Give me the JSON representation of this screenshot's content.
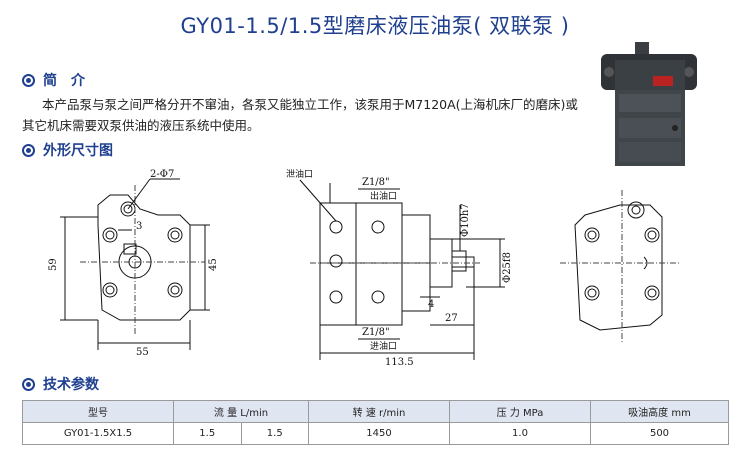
{
  "title": "GY01-1.5/1.5型磨床液压油泵( 双联泵 )",
  "sections": {
    "intro_heading": "简　介",
    "drawing_heading": "外形尺寸图",
    "spec_heading": "技术参数"
  },
  "intro_text": "本产品泵与泵之间严格分开不窜油，各泵又能独立工作，该泵用于M7120A(上海机床厂的磨床)或其它机床需要双泵供油的液压系统中使用。",
  "dimensions": {
    "holes": "2-Φ7",
    "offset": "3",
    "height_left": "59",
    "height_inner": "45",
    "width_left": "55",
    "port_top": "Z1/8\"",
    "port_bottom": "Z1/8\"",
    "drain_port": "泄油口",
    "outlet_top": "出油口",
    "inlet_bottom": "进油口",
    "shaft_dia": "Φ10h7",
    "flange_dia": "Φ25f8",
    "key": "4",
    "shaft_len": "27",
    "total_len": "113.5"
  },
  "spec_table": {
    "headers": [
      "型号",
      "流 量 L/min",
      "转 速 r/min",
      "压 力 MPa",
      "吸油高度 mm"
    ],
    "row": {
      "model": "GY01-1.5X1.5",
      "flow1": "1.5",
      "flow2": "1.5",
      "speed": "1450",
      "pressure": "1.0",
      "suction": "500"
    }
  },
  "colors": {
    "accent": "#1f3f8f",
    "header_bg": "#dfe6f2"
  }
}
